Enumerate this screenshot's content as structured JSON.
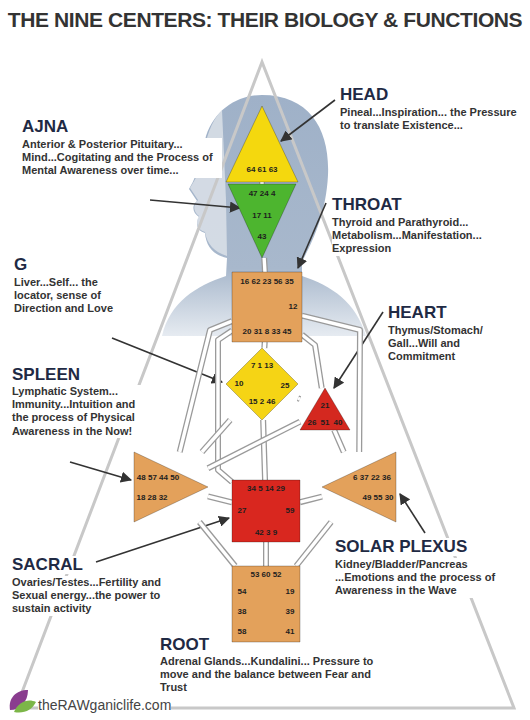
{
  "diagram": {
    "title": "THE NINE CENTERS: THEIR BIOLOGY & FUNCTIONS",
    "nodes": [
      {
        "text": [
          "64 61 63"
        ]
      },
      {
        "text": [
          "47 24 4",
          "17 11",
          "43"
        ]
      },
      {
        "text": [
          "16 62 23 56 35",
          "12",
          "20 31 8 33 45"
        ]
      },
      {
        "text": [
          "7 1 13",
          "10",
          "25",
          "15 2 46"
        ]
      },
      {
        "text": [
          "21",
          "26",
          "51",
          "40"
        ]
      },
      {
        "text": [
          "48 57 44 50",
          "18 28 32"
        ]
      },
      {
        "text": [
          "6 37 22 36",
          "49 55 30"
        ]
      },
      {
        "text": [
          "34 5 14 29",
          "27",
          "59",
          "42 3 9"
        ]
      },
      {
        "text": [
          "53 60 52",
          "54",
          "19",
          "38",
          "39",
          "58",
          "41"
        ]
      }
    ],
    "edges": [
      {
        "from": 0,
        "to": 1,
        "arrow": "none"
      },
      {
        "from": 1,
        "to": 2,
        "arrow": "none"
      },
      {
        "from": 2,
        "to": 3,
        "arrow": "none"
      },
      {
        "from": 2,
        "to": 4,
        "arrow": "none"
      },
      {
        "from": 2,
        "to": 5,
        "arrow": "none"
      },
      {
        "from": 2,
        "to": 6,
        "arrow": "none"
      },
      {
        "from": 2,
        "to": 7,
        "arrow": "none"
      },
      {
        "from": 3,
        "to": 4,
        "arrow": "none"
      },
      {
        "from": 3,
        "to": 5,
        "arrow": "none"
      },
      {
        "from": 3,
        "to": 7,
        "arrow": "none"
      },
      {
        "from": 4,
        "to": 5,
        "arrow": "none"
      },
      {
        "from": 4,
        "to": 6,
        "arrow": "none"
      },
      {
        "from": 5,
        "to": 7,
        "arrow": "none"
      },
      {
        "from": 5,
        "to": 8,
        "arrow": "none"
      },
      {
        "from": 6,
        "to": 7,
        "arrow": "none"
      },
      {
        "from": 7,
        "to": 8,
        "arrow": "none"
      },
      {
        "from": 6,
        "to": 8,
        "arrow": "none"
      }
    ],
    "labels": [
      "HEAD",
      "Pineal...Inspiration... the Pressure to translate Existence...",
      "AJNA",
      "Anterior & Posterior Pituitary... Mind...Cogitating and the Process of Mental Awareness over time...",
      "THROAT",
      "Thyroid and Parathyroid... Metabolism...Manifestation... Expression",
      "G",
      "Liver...Self... the locator, sense of Direction and Love",
      "HEART",
      "Thymus/Stomach/ Gall...Will and Commitment",
      "SPLEEN",
      "Lymphatic System... Immunity...Intuition and the process of Physical Awareness in the Now!",
      "SOLAR PLEXUS",
      "Kidney/Bladder/Pancreas ...Emotions and the process of Awareness in the Wave",
      "SACRAL",
      "Ovaries/Testes...Fertility and Sexual energy...the power to sustain activity",
      "ROOT",
      "Adrenal Glands...Kundalini... Pressure to move and the balance between Fear and Trust",
      "theRAWganiclife.com"
    ]
  }
}
